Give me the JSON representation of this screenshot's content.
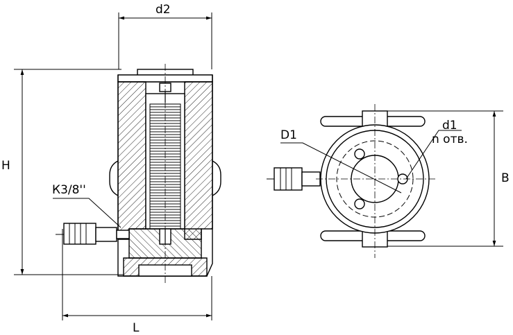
{
  "labels": {
    "d2": "d2",
    "H": "H",
    "K": "К3/8''",
    "L": "L",
    "D1": "D1",
    "d1": "d1",
    "n_holes": "n отв.",
    "B": "B"
  }
}
